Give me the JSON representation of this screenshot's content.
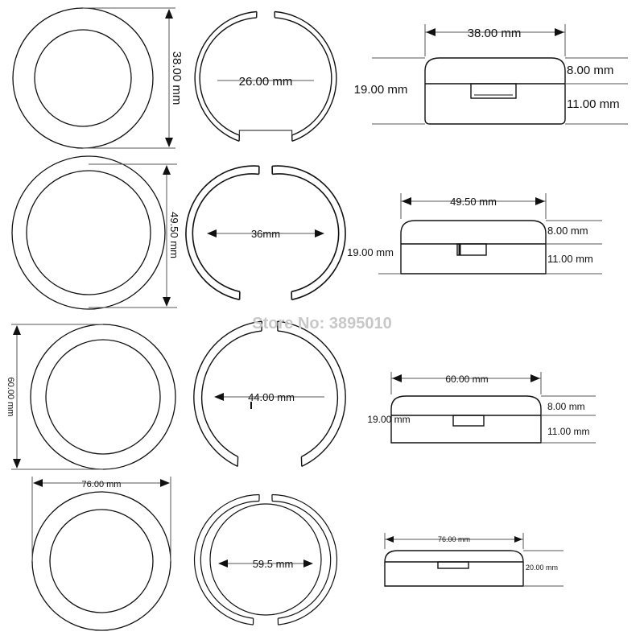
{
  "watermark": "Store No: 3895010",
  "colors": {
    "line": "#111111",
    "dimension": "#555555",
    "watermark": "#c8c8c8"
  },
  "rows": [
    {
      "outer_label": "38.00 mm",
      "inner_label": "26.00 mm",
      "width_label": "38.00 mm",
      "height_label": "19.00 mm",
      "lid_label": "8.00 mm",
      "base_label": "11.00 mm"
    },
    {
      "outer_label": "49.50 mm",
      "inner_label": "36mm",
      "width_label": "49.50 mm",
      "height_label": "19.00 mm",
      "lid_label": "8.00 mm",
      "base_label": "11.00 mm"
    },
    {
      "outer_label": "60.00 mm",
      "inner_label": "44.00 mm",
      "width_label": "60.00 mm",
      "height_label": "19.00 mm",
      "lid_label": "8.00 mm",
      "base_label": "11.00 mm"
    },
    {
      "outer_label": "76.00 mm",
      "inner_label": "59.5 mm",
      "width_label": "76.00 mm",
      "height_label": "20.00 mm"
    }
  ]
}
